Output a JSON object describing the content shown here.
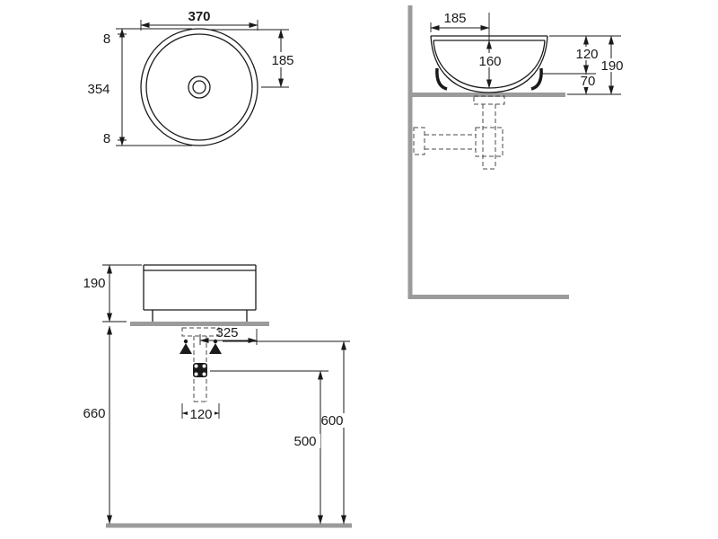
{
  "title": "washbasin-dimension-drawing",
  "colors": {
    "line": "#1a1a1a",
    "surface_gray": "#9b9b9b",
    "dashed_plumbing": "#4a4a4a",
    "background": "#ffffff"
  },
  "views": {
    "top": {
      "width": "370",
      "rim_top": "8",
      "inner_diameter": "354",
      "rim_bottom": "8",
      "center_offset": "185"
    },
    "side": {
      "edge_to_drain": "185",
      "bowl_depth": "160",
      "upper_height": "120",
      "lower_height": "70",
      "total_height": "190"
    },
    "front": {
      "height_above_counter": "190",
      "drain_lateral": "325",
      "counter_to_floor": "660",
      "trap_width": "120",
      "supply_height": "600",
      "drain_height": "500"
    }
  }
}
